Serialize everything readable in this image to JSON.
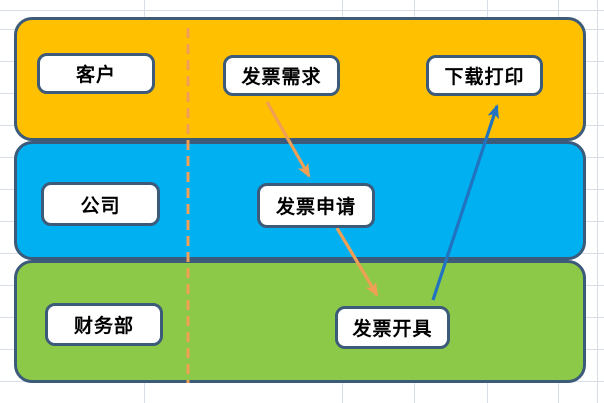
{
  "diagram": {
    "lanes": [
      {
        "label": "客户",
        "fill": "#FFC000"
      },
      {
        "label": "公司",
        "fill": "#00B0F0"
      },
      {
        "label": "财务部",
        "fill": "#8DC948"
      }
    ],
    "nodes": [
      {
        "label": "发票需求"
      },
      {
        "label": "下载打印"
      },
      {
        "label": "发票申请"
      },
      {
        "label": "发票开具"
      }
    ],
    "connectors": [
      {
        "from": "发票需求",
        "to": "发票申请",
        "color": "#F0A054"
      },
      {
        "from": "发票申请",
        "to": "发票开具",
        "color": "#F0A054"
      },
      {
        "from": "发票开具",
        "to": "下载打印",
        "color": "#2173BF"
      }
    ],
    "divider_color": "#F0A054",
    "colors": {
      "lane_border": "#3C5A7A",
      "node_border": "#3C5A7A",
      "node_fill": "#FFFFFF",
      "grid": "#D8DFE9",
      "background": "#FFFFFF"
    }
  }
}
